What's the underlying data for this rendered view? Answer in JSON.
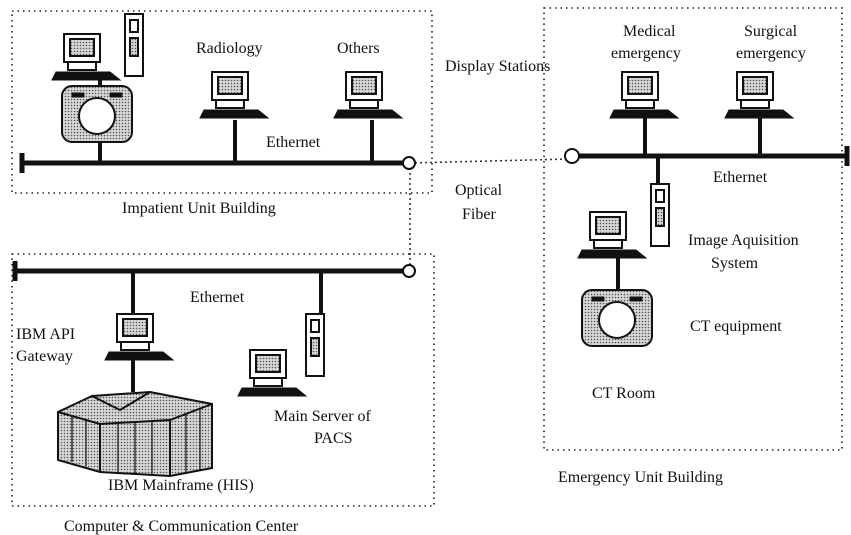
{
  "inpatient": {
    "radiology_label": "Radiology",
    "others_label": "Others",
    "ethernet_label": "Ethernet",
    "building_label": "Impatient Unit Building"
  },
  "display_stations_label": "Display Stations",
  "optical_fiber_label": [
    "Optical",
    "Fiber"
  ],
  "emergency": {
    "medical_label": [
      "Medical",
      "emergency"
    ],
    "surgical_label": [
      "Surgical",
      "emergency"
    ],
    "ethernet_label": "Ethernet",
    "acquisition_label": [
      "Image Aquisition",
      "System"
    ],
    "ct_equipment_label": "CT equipment",
    "ct_room_label": "CT Room",
    "building_label": "Emergency  Unit Building"
  },
  "center": {
    "ethernet_label": "Ethernet",
    "gateway_label": [
      "IBM API",
      "Gateway"
    ],
    "server_label": [
      "Main Server of",
      "PACS"
    ],
    "mainframe_label": "IBM Mainframe (HIS)",
    "center_label": "Computer & Communication Center"
  }
}
